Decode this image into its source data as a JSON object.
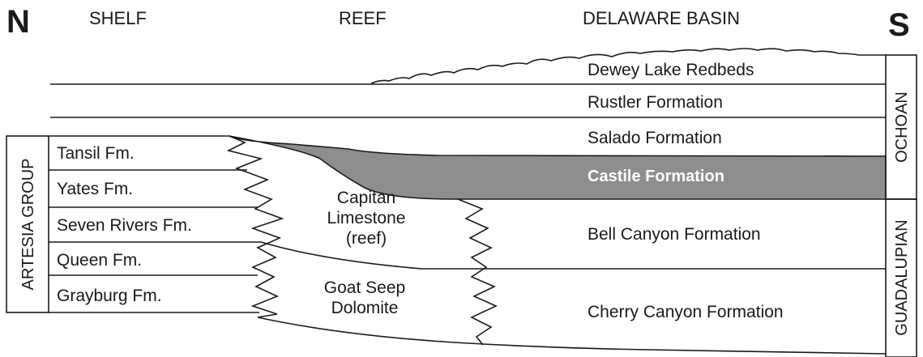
{
  "header": {
    "north": "N",
    "south": "S",
    "shelf": "SHELF",
    "reef": "REEF",
    "basin": "DELAWARE BASIN"
  },
  "basin_units": {
    "dewey_lake": "Dewey Lake Redbeds",
    "rustler": "Rustler Formation",
    "salado": "Salado Formation",
    "castile": "Castile Formation",
    "bell_canyon": "Bell Canyon Formation",
    "cherry_canyon": "Cherry Canyon Formation"
  },
  "shelf_units": {
    "group": "ARTESIA GROUP",
    "tansil": "Tansil Fm.",
    "yates": "Yates Fm.",
    "seven_rivers": "Seven Rivers Fm.",
    "queen": "Queen Fm.",
    "grayburg": "Grayburg Fm."
  },
  "reef_units": {
    "capitan_1": "Capitan",
    "capitan_2": "Limestone",
    "capitan_3": "(reef)",
    "goat_1": "Goat Seep",
    "goat_2": "Dolomite"
  },
  "series": {
    "ochoan": "OCHOAN",
    "guadalupian": "GUADALUPIAN"
  },
  "colors": {
    "line": "#1a1a1a",
    "castile_fill": "#8e8e8e",
    "background": "#ffffff"
  }
}
